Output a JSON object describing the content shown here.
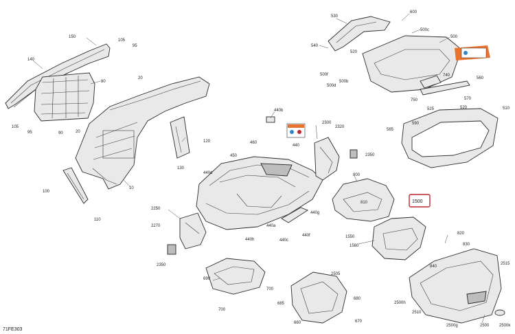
{
  "diagram": {
    "figure_id": "71FE303",
    "highlighted_callout": "1500",
    "colors": {
      "highlight": "#c0262d",
      "warning_label": "#e8732d",
      "info_label": "#2f86c9"
    },
    "callouts": [
      {
        "id": "c530",
        "text": "530"
      },
      {
        "id": "c600",
        "text": "600"
      },
      {
        "id": "c500c",
        "text": "500c"
      },
      {
        "id": "c500",
        "text": "500"
      },
      {
        "id": "c540",
        "text": "540"
      },
      {
        "id": "c520",
        "text": "520"
      },
      {
        "id": "c500f",
        "text": "500f"
      },
      {
        "id": "c500d",
        "text": "500d"
      },
      {
        "id": "c500b",
        "text": "500b"
      },
      {
        "id": "c740",
        "text": "740"
      },
      {
        "id": "c560",
        "text": "560"
      },
      {
        "id": "c750",
        "text": "750"
      },
      {
        "id": "c570",
        "text": "570"
      },
      {
        "id": "c525",
        "text": "525"
      },
      {
        "id": "c520b",
        "text": "520"
      },
      {
        "id": "c510",
        "text": "510"
      },
      {
        "id": "c590",
        "text": "590"
      },
      {
        "id": "c565",
        "text": "565"
      },
      {
        "id": "c150",
        "text": "150"
      },
      {
        "id": "c105a",
        "text": "105"
      },
      {
        "id": "c95a",
        "text": "95"
      },
      {
        "id": "c140",
        "text": "140"
      },
      {
        "id": "c80",
        "text": "80"
      },
      {
        "id": "c20a",
        "text": "20"
      },
      {
        "id": "c105b",
        "text": "105"
      },
      {
        "id": "c95b",
        "text": "95"
      },
      {
        "id": "c90",
        "text": "90"
      },
      {
        "id": "c20b",
        "text": "20"
      },
      {
        "id": "c440b",
        "text": "440b"
      },
      {
        "id": "c2300",
        "text": "2300"
      },
      {
        "id": "c2320",
        "text": "2320"
      },
      {
        "id": "c440",
        "text": "440"
      },
      {
        "id": "c460",
        "text": "460"
      },
      {
        "id": "c450",
        "text": "450"
      },
      {
        "id": "c2350a",
        "text": "2350"
      },
      {
        "id": "c440d",
        "text": "440d"
      },
      {
        "id": "c120",
        "text": "120"
      },
      {
        "id": "c130",
        "text": "130"
      },
      {
        "id": "c100",
        "text": "100"
      },
      {
        "id": "c10",
        "text": "10"
      },
      {
        "id": "c800",
        "text": "800"
      },
      {
        "id": "c810",
        "text": "810"
      },
      {
        "id": "c1500",
        "text": "1500"
      },
      {
        "id": "c110",
        "text": "110"
      },
      {
        "id": "c2250",
        "text": "2250"
      },
      {
        "id": "c440g",
        "text": "440g"
      },
      {
        "id": "c440a",
        "text": "440a"
      },
      {
        "id": "c2270",
        "text": "2270"
      },
      {
        "id": "c440h",
        "text": "440h"
      },
      {
        "id": "c440c",
        "text": "440c"
      },
      {
        "id": "c440f",
        "text": "440f"
      },
      {
        "id": "c1550",
        "text": "1550"
      },
      {
        "id": "c1560",
        "text": "1560"
      },
      {
        "id": "c820",
        "text": "820"
      },
      {
        "id": "c830",
        "text": "830"
      },
      {
        "id": "c2350b",
        "text": "2350"
      },
      {
        "id": "c840",
        "text": "840"
      },
      {
        "id": "c2515",
        "text": "2515"
      },
      {
        "id": "c690",
        "text": "690"
      },
      {
        "id": "c2505",
        "text": "2505"
      },
      {
        "id": "c700a",
        "text": "700"
      },
      {
        "id": "c685",
        "text": "685"
      },
      {
        "id": "c680",
        "text": "680"
      },
      {
        "id": "c2500h",
        "text": "2500h"
      },
      {
        "id": "c2510",
        "text": "2510"
      },
      {
        "id": "c700b",
        "text": "700"
      },
      {
        "id": "c660",
        "text": "660"
      },
      {
        "id": "c670",
        "text": "670"
      },
      {
        "id": "c2500g",
        "text": "2500g"
      },
      {
        "id": "c2500",
        "text": "2500"
      },
      {
        "id": "c2500k",
        "text": "2500k"
      }
    ]
  }
}
